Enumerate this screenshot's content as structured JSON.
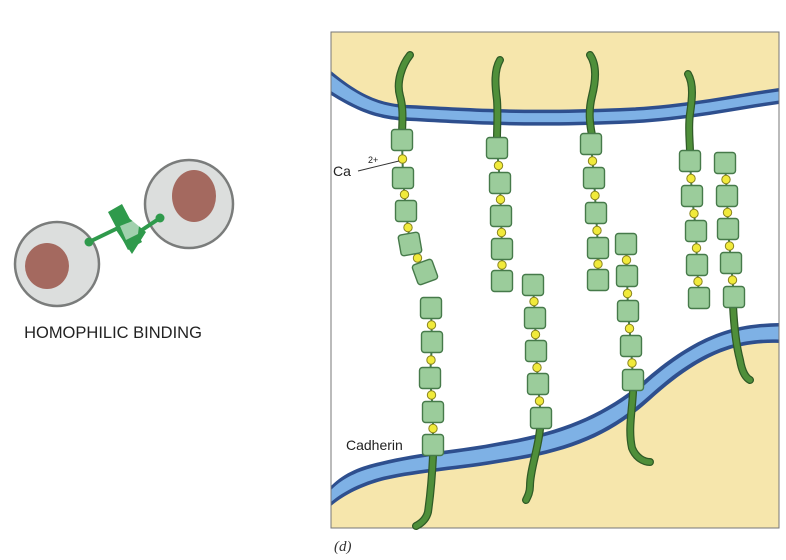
{
  "left_panel": {
    "caption": "HOMOPHILIC BINDING",
    "cell_fill": "#dcdedd",
    "cell_stroke": "#7a7c7b",
    "nucleus_color": "#a4695f",
    "molecule_color": "#2f9a4c"
  },
  "right_panel": {
    "panel_label": "(d)",
    "ion_label": "Ca",
    "ion_charge": "2+",
    "protein_label": "Cadherin",
    "cytoplasm_color": "#f6e6ac",
    "membrane_color": "#7eb1e5",
    "membrane_edge_color": "#2e4f8e",
    "domain_fill": "#9bcc9b",
    "domain_stroke": "#467a4a",
    "ion_color": "#f1ea3b",
    "tail_color": "#4f8f3a"
  }
}
